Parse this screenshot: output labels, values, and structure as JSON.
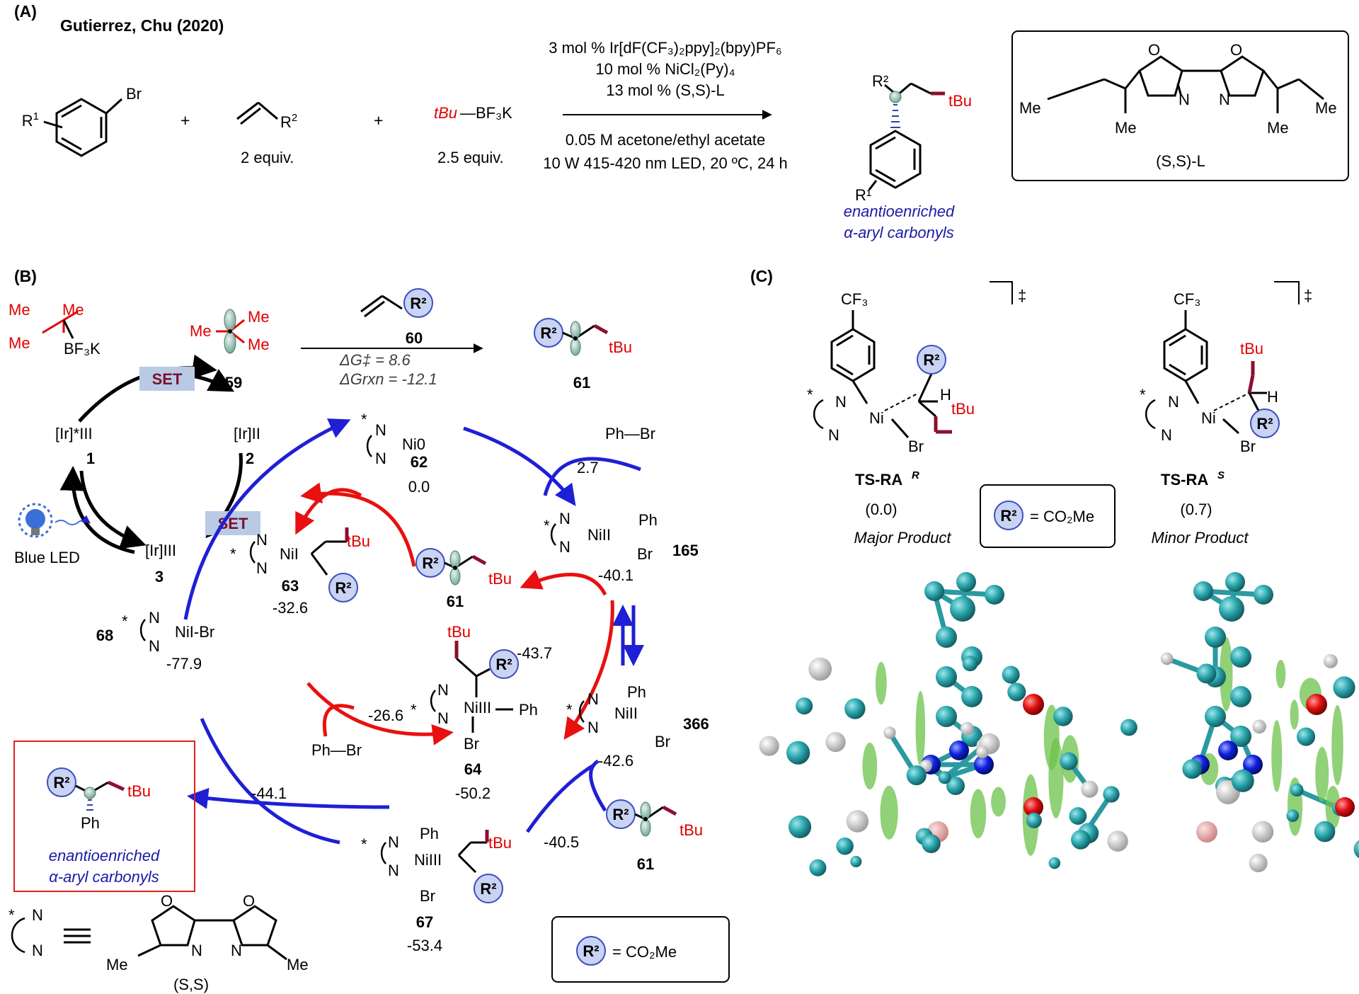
{
  "panel_a": {
    "label": "(A)",
    "citation": "Gutierrez, Chu (2020)",
    "aryl_bromide": {
      "br": "Br",
      "r1": "R",
      "r1_sup": "1"
    },
    "plus": "+",
    "alkene": {
      "r2": "R",
      "r2_sup": "2",
      "equiv": "2 equiv."
    },
    "borate": {
      "tbu": "tBu",
      "rest": "—BF₃K",
      "equiv": "2.5 equiv."
    },
    "conditions_above": [
      "3 mol % Ir[dF(CF₃)₂ppy]₂(bpy)PF₆",
      "10 mol % NiCl₂(Py)₄",
      "13 mol % (S,S)-L"
    ],
    "conditions_below": [
      "0.05 M acetone/ethyl acetate",
      "10 W 415-420 nm LED, 20 ºC, 24 h"
    ],
    "product": {
      "r2": "R²",
      "tbu": "tBu",
      "r1": "R¹",
      "caption_1": "enantioenriched",
      "caption_2": "α-aryl carbonyls"
    },
    "ligand": {
      "o": "O",
      "n": "N",
      "me": "Me",
      "name": "(S,S)-L"
    }
  },
  "panel_b": {
    "label": "(B)",
    "radical_precursor": {
      "me": "Me",
      "bf3k": "BF₃K"
    },
    "radical_59": {
      "me": "Me",
      "id": "59"
    },
    "alkene_60": {
      "r2": "R²",
      "id": "60"
    },
    "dg_act": "ΔG‡  = 8.6",
    "dg_rxn": "ΔGrxn = -12.1",
    "radical_61": {
      "r2": "R²",
      "tbu": "tBu",
      "id": "61"
    },
    "set_label": "SET",
    "ir_excited": {
      "text": "[Ir]*III",
      "id": "1"
    },
    "ir_II": {
      "text": "[Ir]II",
      "id": "2"
    },
    "ir_III": {
      "text": "[Ir]III",
      "id": "3"
    },
    "light": "Blue LED",
    "ni0": {
      "text": "Ni0",
      "id": "62",
      "energy": "0.0"
    },
    "phbr": "Ph—Br",
    "barrier_oa": "2.7",
    "ni65": {
      "ni": "NiII",
      "ph": "Ph",
      "br": "Br",
      "id": "165",
      "energy": "-40.1"
    },
    "ni63": {
      "ni": "NiI",
      "tbu": "tBu",
      "r2": "R²",
      "id": "63",
      "energy": "-32.6"
    },
    "ni68": {
      "text": "NiI-Br",
      "id": "68",
      "energy": "-77.9"
    },
    "barrier_43_7": "-43.7",
    "barrier_26_6": "-26.6",
    "ni64": {
      "ni": "NiIII",
      "ph": "Ph",
      "br": "Br",
      "tbu": "tBu",
      "r2": "R²",
      "id": "64",
      "energy": "-50.2"
    },
    "ni66": {
      "ni": "NiII",
      "ph": "Ph",
      "br": "Br",
      "id": "366",
      "energy": "-42.6"
    },
    "barrier_44_1": "-44.1",
    "barrier_40_5": "-40.5",
    "ni67": {
      "ni": "NiIII",
      "ph": "Ph",
      "br": "Br",
      "tbu": "tBu",
      "r2": "R²",
      "id": "67",
      "energy": "-53.4"
    },
    "product_box": {
      "r2": "R²",
      "tbu": "tBu",
      "ph": "Ph",
      "caption_1": "enantioenriched",
      "caption_2": "α-aryl carbonyls"
    },
    "legend_box": {
      "r2": "R²",
      "eq": "= CO₂Me"
    },
    "ligand_key": {
      "n": "N",
      "me": "Me",
      "o": "O",
      "stereo": "(S,S)"
    },
    "star": "*"
  },
  "panel_c": {
    "label": "(C)",
    "cf3": "CF₃",
    "dagger": "‡",
    "ts_r": {
      "name": "TS-RA",
      "sup": "R",
      "energy": "(0.0)",
      "caption": "Major Product"
    },
    "ts_s": {
      "name": "TS-RA",
      "sup": "S",
      "energy": "(0.7)",
      "caption": "Minor Product"
    },
    "ni": "Ni",
    "n": "N",
    "br": "Br",
    "h": "H",
    "tbu": "tBu",
    "r2": "R²",
    "legend": {
      "r2": "R²",
      "eq": "= CO₂Me"
    }
  },
  "colors": {
    "cycle_blue": "#1f1fd6",
    "cycle_red": "#e81010",
    "photo_black": "#000000",
    "r2_circle_fill": "#c9d3f3",
    "r2_circle_stroke": "#3c4fbf",
    "set_box": "#b9cbe4",
    "set_text": "#7a1030",
    "tbu_red": "#e00000",
    "bond_dark_red": "#8b1030",
    "caption_blue": "#1a1aa8"
  }
}
